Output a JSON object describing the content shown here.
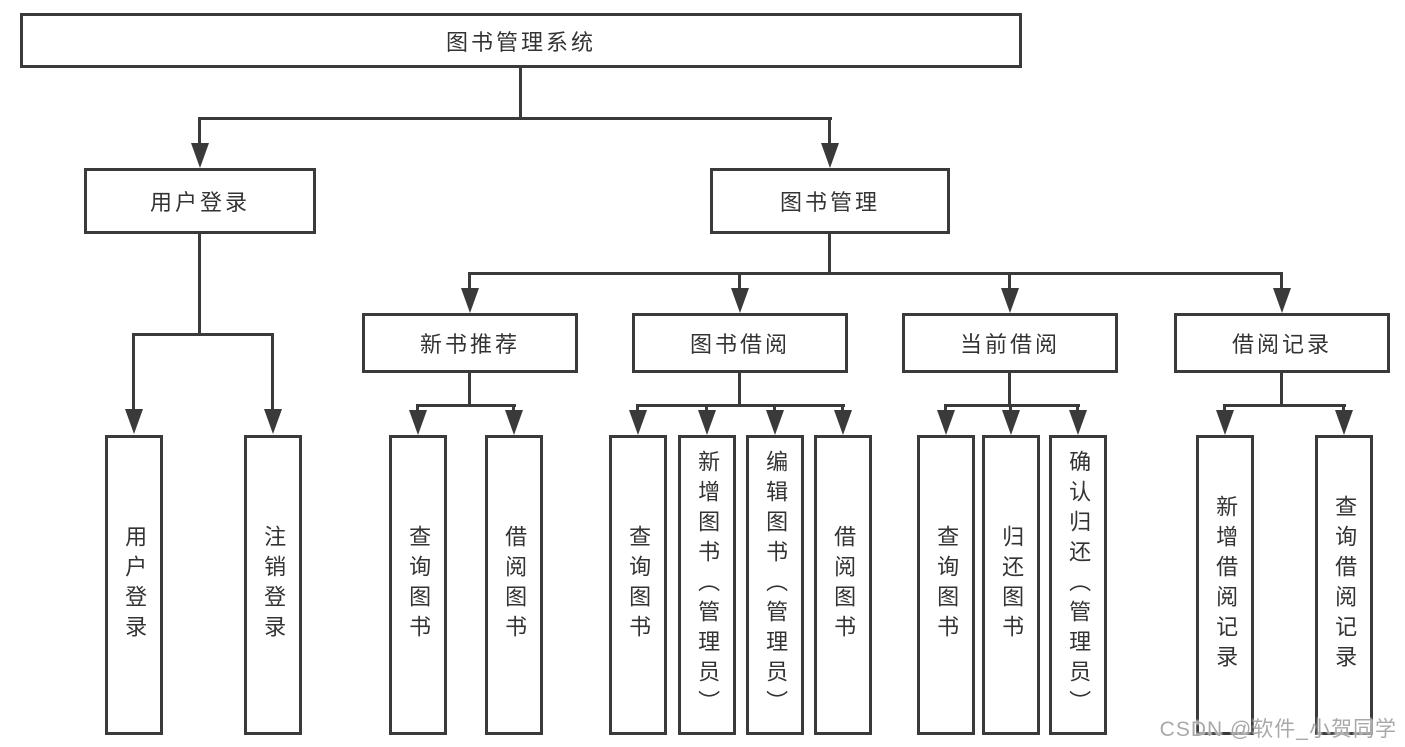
{
  "colors": {
    "line": "#3a3a3a",
    "text": "#333333",
    "node_background": "#ffffff",
    "watermark": "#a9a9a9"
  },
  "tree": {
    "label": "图书管理系统",
    "children": [
      {
        "label": "用户登录",
        "children": [
          {
            "label": "用户登录"
          },
          {
            "label": "注销登录"
          }
        ]
      },
      {
        "label": "图书管理",
        "children": [
          {
            "label": "新书推荐",
            "children": [
              {
                "label": "查询图书"
              },
              {
                "label": "借阅图书"
              }
            ]
          },
          {
            "label": "图书借阅",
            "children": [
              {
                "label": "查询图书"
              },
              {
                "label": "新增图书（管理员）"
              },
              {
                "label": "编辑图书（管理员）"
              },
              {
                "label": "借阅图书"
              }
            ]
          },
          {
            "label": "当前借阅",
            "children": [
              {
                "label": "查询图书"
              },
              {
                "label": "归还图书"
              },
              {
                "label": "确认归还（管理员）"
              }
            ]
          },
          {
            "label": "借阅记录",
            "children": [
              {
                "label": "新增借阅记录"
              },
              {
                "label": "查询借阅记录"
              }
            ]
          }
        ]
      }
    ]
  },
  "watermark": {
    "text": "CSDN @软件_小贺同学"
  }
}
